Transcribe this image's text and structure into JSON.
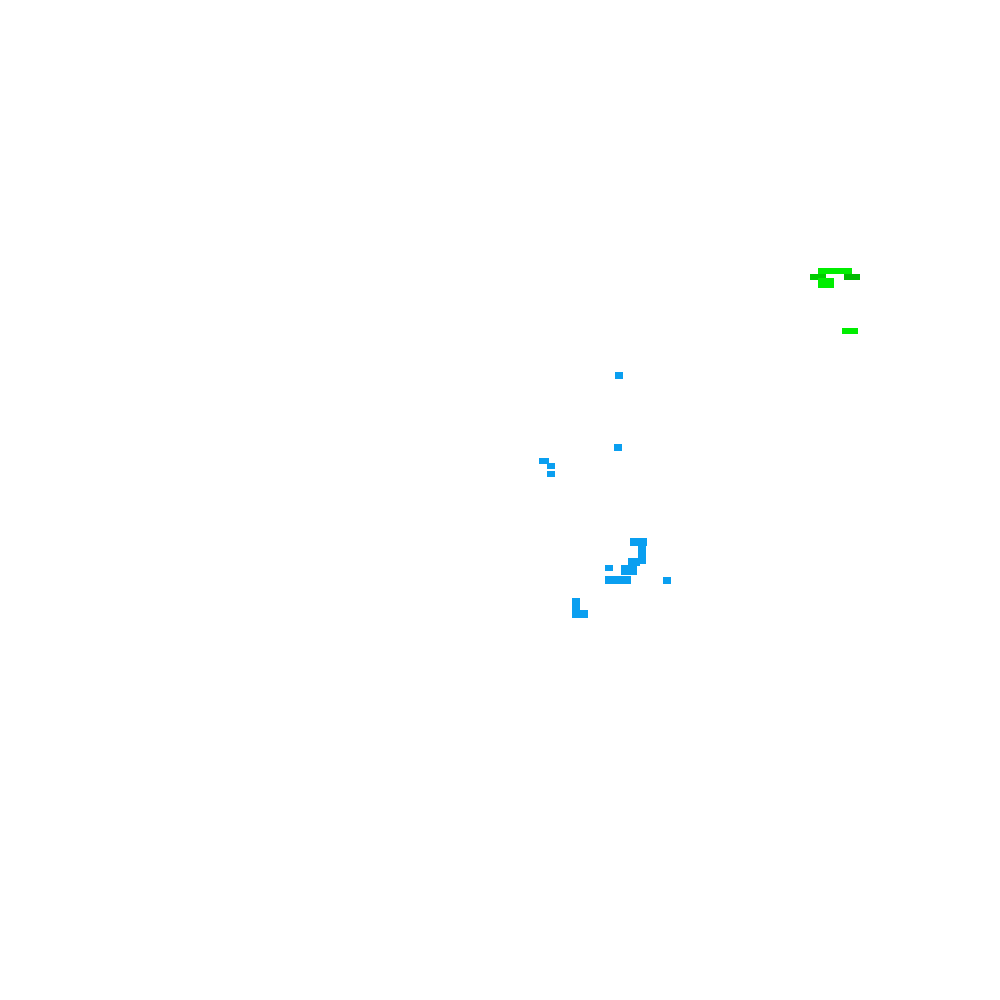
{
  "colors": {
    "background": "#ffffff",
    "blue": "#0a9ff0",
    "green_bright": "#00ee00",
    "green_dark": "#00bb00"
  },
  "clusters": [
    {
      "name": "green-cluster-top",
      "color": "green_bright"
    },
    {
      "name": "green-cluster-small",
      "color": "green_bright"
    },
    {
      "name": "blue-scatter",
      "color": "blue"
    }
  ]
}
